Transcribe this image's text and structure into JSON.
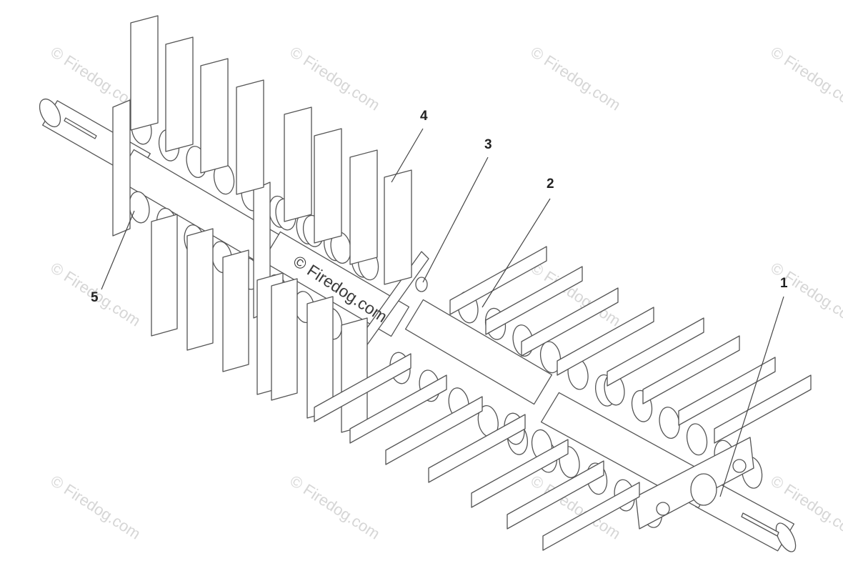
{
  "diagram": {
    "watermark_text": "© Firedog.com",
    "center_watermark_text": "© Firedog.com",
    "callouts": [
      {
        "id": "1",
        "label": "1"
      },
      {
        "id": "2",
        "label": "2"
      },
      {
        "id": "3",
        "label": "3"
      },
      {
        "id": "4",
        "label": "4"
      },
      {
        "id": "5",
        "label": "5"
      }
    ],
    "colors": {
      "line": "#555555",
      "fill": "#ffffff",
      "watermark": "#d6d6d6"
    }
  }
}
